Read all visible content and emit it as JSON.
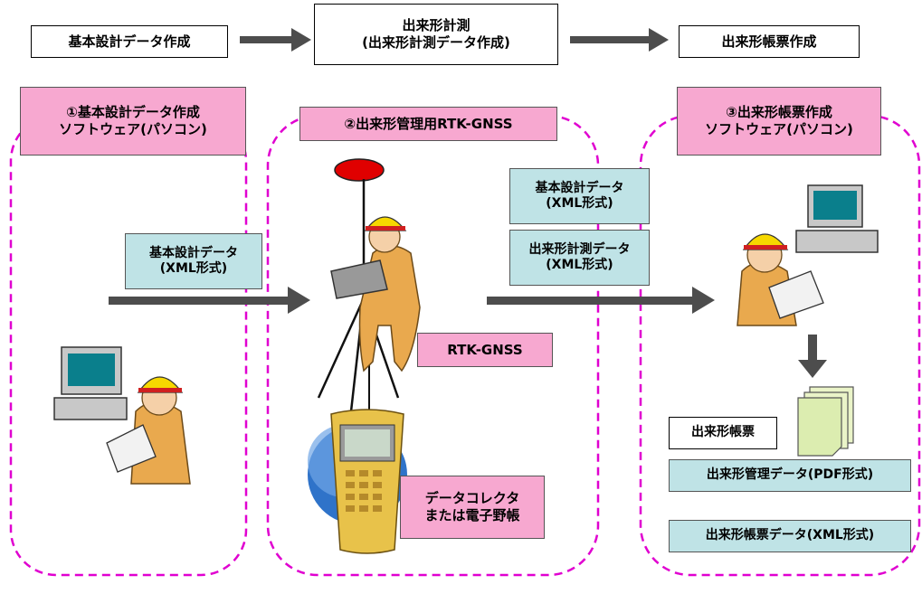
{
  "flow": {
    "step1": "基本設計データ作成",
    "step2_line1": "出来形計測",
    "step2_line2": "(出来形計測データ作成)",
    "step3": "出来形帳票作成"
  },
  "sections": {
    "s1_line1": "①基本設計データ作成",
    "s1_line2": "ソフトウェア(パソコン)",
    "s2": "②出来形管理用RTK-GNSS",
    "s3_line1": "③出来形帳票作成",
    "s3_line2": "ソフトウェア(パソコン)"
  },
  "data_labels": {
    "d1_line1": "基本設計データ",
    "d1_line2": "(XML形式)",
    "d2_line1": "基本設計データ",
    "d2_line2": "(XML形式)",
    "d3_line1": "出来形計測データ",
    "d3_line2": "(XML形式)"
  },
  "equipment": {
    "rtk": "RTK-GNSS",
    "collector_line1": "データコレクタ",
    "collector_line2": "または電子野帳"
  },
  "outputs": {
    "title": "出来形帳票",
    "pdf": "出来形管理データ(PDF形式)",
    "xml": "出来形帳票データ(XML形式)"
  },
  "colors": {
    "pink": "#f7a8d0",
    "cyan": "#bfe3e6",
    "dash": "#e000d0",
    "arrow": "#4d4d4d"
  }
}
